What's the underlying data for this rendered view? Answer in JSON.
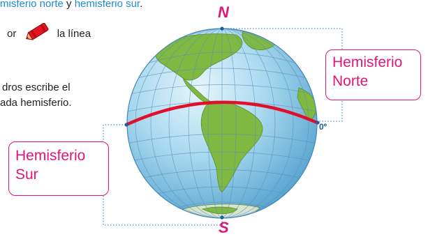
{
  "instructions": {
    "line1_prefix": "",
    "line1_north": "misferio norte",
    "line1_and": " y ",
    "line1_south": "hemisferio sur",
    "line1_end": ".",
    "line2_before": "or",
    "line2_after": "la línea",
    "line3": "dros escribe el",
    "line4": "ada hemisferio."
  },
  "globe": {
    "north_pole_label": "N",
    "south_pole_label": "S",
    "equator_label": "0º",
    "north_box": {
      "line1": "Hemisferio",
      "line2": "Norte"
    },
    "south_box": {
      "line1": "Hemisferio",
      "line2": "Sur"
    }
  },
  "colors": {
    "accent": "#e0157a",
    "ocean": "#8fcbe8",
    "land": "#79b23c",
    "equator": "#e0102b",
    "text_blue": "#1f8bd0"
  },
  "icons": {
    "crayon": "red-crayon-icon"
  }
}
